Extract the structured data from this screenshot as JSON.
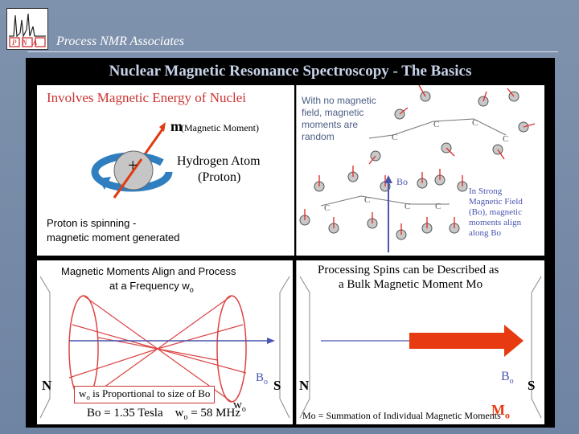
{
  "header": {
    "brand": "Process NMR Associates",
    "logo_text": "PNA"
  },
  "slide": {
    "title": "Nuclear Magnetic Resonance Spectroscopy - The Basics",
    "panel_tl": {
      "heading": "Involves Magnetic Energy of Nuclei",
      "moment_symbol": "m",
      "moment_label": "(Magnetic Moment)",
      "atom_label_1": "Hydrogen Atom",
      "atom_label_2": "(Proton)",
      "nucleus_sign": "+",
      "spin_1": "Proton is spinning -",
      "spin_2": "magnetic moment generated"
    },
    "panel_tr": {
      "random_1": "With no magnetic",
      "random_2": "field, magnetic",
      "random_3": "moments are",
      "random_4": "random",
      "bo_label": "Bo",
      "atom_c": "C",
      "align_1": "In Strong",
      "align_2": "Magnetic Field",
      "align_3": "(Bo), magnetic",
      "align_4": "moments align",
      "align_5": "along Bo"
    },
    "panel_bl": {
      "heading_1": "Magnetic Moments Align and Process",
      "heading_2": "at a Frequency w",
      "heading_sub": "o",
      "pole_n": "N",
      "pole_s": "S",
      "bo": "B",
      "bo_sub": "o",
      "wo": "w",
      "wo_sub": "o",
      "prop_w": "w",
      "prop_sub": "o",
      "prop_rest": " is Proportional to size of Bo",
      "footer": "Bo = 1.35 Tesla    w",
      "footer_sub": "o",
      "footer_rest": " = 58 MHz"
    },
    "panel_br": {
      "heading_1": "Processing Spins can be Described as",
      "heading_2": "a Bulk Magnetic Moment Mo",
      "pole_n": "N",
      "pole_s": "S",
      "bo": "B",
      "bo_sub": "o",
      "mo": "M",
      "mo_sub": "o",
      "footer": "Mo = Summation of Individual Magnetic Moments"
    }
  },
  "colors": {
    "accent_red": "#cc3333",
    "arrow_red": "#e83a10",
    "title_blue": "#c8d3ea"
  }
}
